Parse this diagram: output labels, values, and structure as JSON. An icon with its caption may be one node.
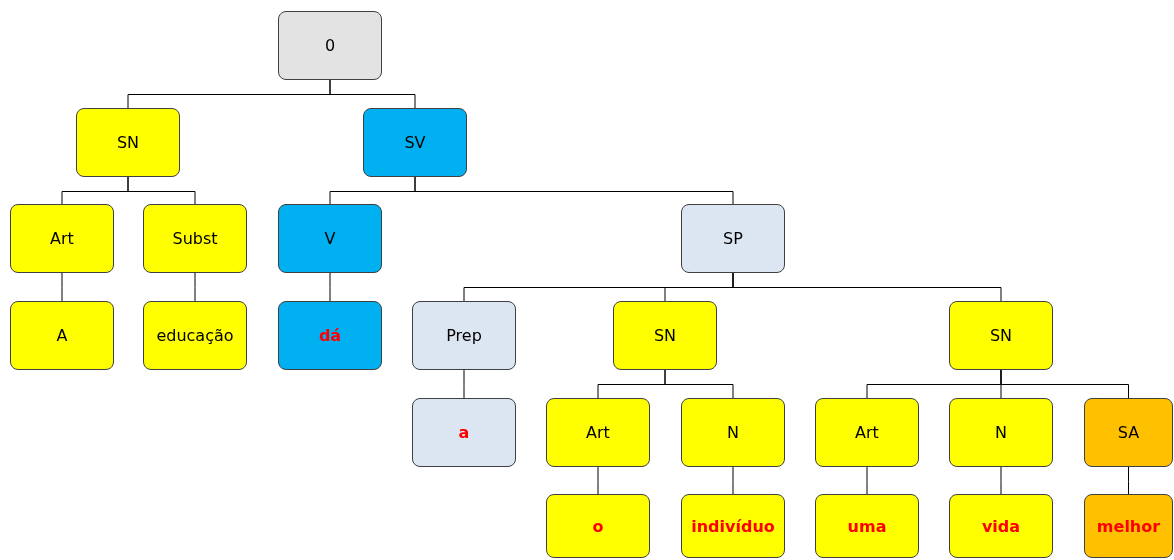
{
  "diagram": {
    "nodes": [
      {
        "text": [
          "0"
        ]
      },
      {
        "text": [
          "SN"
        ]
      },
      {
        "text": [
          "SV"
        ]
      },
      {
        "text": [
          "Art"
        ]
      },
      {
        "text": [
          "Subst"
        ]
      },
      {
        "text": [
          "V"
        ]
      },
      {
        "text": [
          "SP"
        ]
      },
      {
        "text": [
          "A"
        ]
      },
      {
        "text": [
          "educação"
        ]
      },
      {
        "text": [
          "dá"
        ]
      },
      {
        "text": [
          "Prep"
        ]
      },
      {
        "text": [
          "SN"
        ]
      },
      {
        "text": [
          "SN"
        ]
      },
      {
        "text": [
          "a"
        ]
      },
      {
        "text": [
          "Art"
        ]
      },
      {
        "text": [
          "N"
        ]
      },
      {
        "text": [
          "Art"
        ]
      },
      {
        "text": [
          "N"
        ]
      },
      {
        "text": [
          "SA"
        ]
      },
      {
        "text": [
          "o"
        ]
      },
      {
        "text": [
          "indivíduo"
        ]
      },
      {
        "text": [
          "uma"
        ]
      },
      {
        "text": [
          "vida"
        ]
      },
      {
        "text": [
          "melhor"
        ]
      }
    ],
    "edges": [
      {
        "from": 0,
        "to": 1,
        "arrow": "none"
      },
      {
        "from": 0,
        "to": 2,
        "arrow": "none"
      },
      {
        "from": 1,
        "to": 3,
        "arrow": "none"
      },
      {
        "from": 1,
        "to": 4,
        "arrow": "none"
      },
      {
        "from": 2,
        "to": 5,
        "arrow": "none"
      },
      {
        "from": 2,
        "to": 6,
        "arrow": "none"
      },
      {
        "from": 3,
        "to": 7,
        "arrow": "none"
      },
      {
        "from": 4,
        "to": 8,
        "arrow": "none"
      },
      {
        "from": 5,
        "to": 9,
        "arrow": "none"
      },
      {
        "from": 6,
        "to": 10,
        "arrow": "none"
      },
      {
        "from": 6,
        "to": 11,
        "arrow": "none"
      },
      {
        "from": 6,
        "to": 12,
        "arrow": "none"
      },
      {
        "from": 10,
        "to": 13,
        "arrow": "none"
      },
      {
        "from": 11,
        "to": 14,
        "arrow": "none"
      },
      {
        "from": 11,
        "to": 15,
        "arrow": "none"
      },
      {
        "from": 12,
        "to": 16,
        "arrow": "none"
      },
      {
        "from": 12,
        "to": 17,
        "arrow": "none"
      },
      {
        "from": 12,
        "to": 18,
        "arrow": "none"
      },
      {
        "from": 14,
        "to": 19,
        "arrow": "none"
      },
      {
        "from": 15,
        "to": 20,
        "arrow": "none"
      },
      {
        "from": 16,
        "to": 21,
        "arrow": "none"
      },
      {
        "from": 17,
        "to": 22,
        "arrow": "none"
      },
      {
        "from": 18,
        "to": 23,
        "arrow": "none"
      }
    ]
  }
}
